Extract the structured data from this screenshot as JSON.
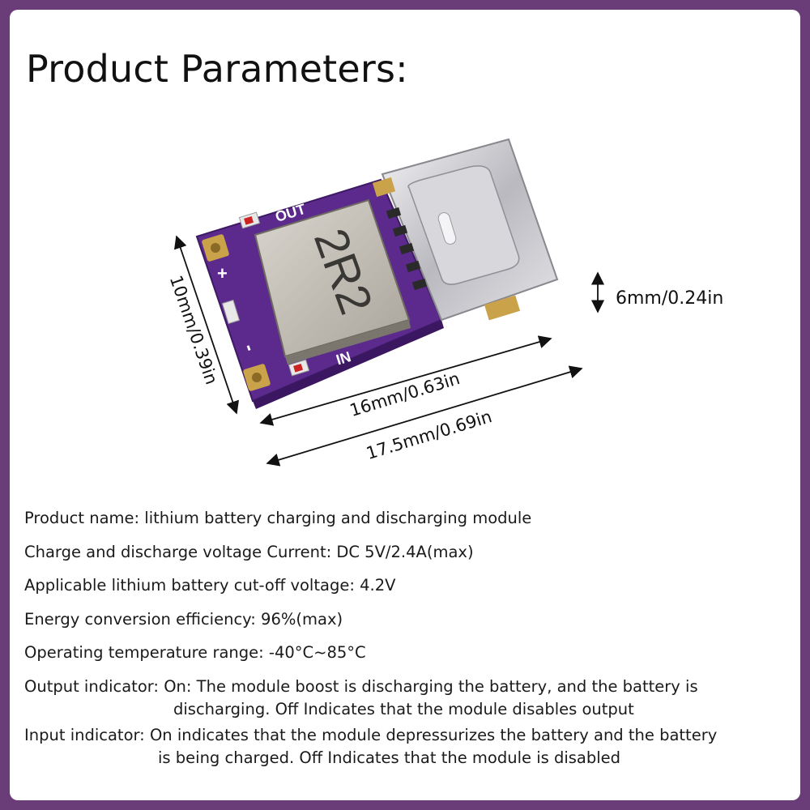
{
  "title": "Product Parameters:",
  "board": {
    "inductor_marking": "2R2",
    "label_out": "OUT",
    "label_in": "IN",
    "label_plus": "+",
    "label_minus": "-"
  },
  "dimensions": {
    "height": "6mm/0.24in",
    "width": "10mm/0.39in",
    "board_length": "16mm/0.63in",
    "total_length": "17.5mm/0.69in"
  },
  "params": [
    {
      "line1": "Product name: lithium battery charging and discharging module"
    },
    {
      "line1": "Charge and discharge voltage Current: DC 5V/2.4A(max)"
    },
    {
      "line1": "Applicable lithium battery cut-off voltage: 4.2V"
    },
    {
      "line1": "Energy conversion efficiency: 96%(max)"
    },
    {
      "line1": "Operating temperature range: -40°C~85°C"
    },
    {
      "line1": "Output indicator: On: The module boost is discharging the battery, and the battery is",
      "line2": "discharging. Off Indicates that the module disables output"
    },
    {
      "line1": "Input indicator: On indicates that the module depressurizes the battery and the battery",
      "line2": "is being charged. Off Indicates that the module is disabled"
    }
  ],
  "colors": {
    "background": "#6b3d78",
    "pcb": "#5a2a8a",
    "pad": "#c9a24a",
    "metal": "#c8c8cc"
  }
}
